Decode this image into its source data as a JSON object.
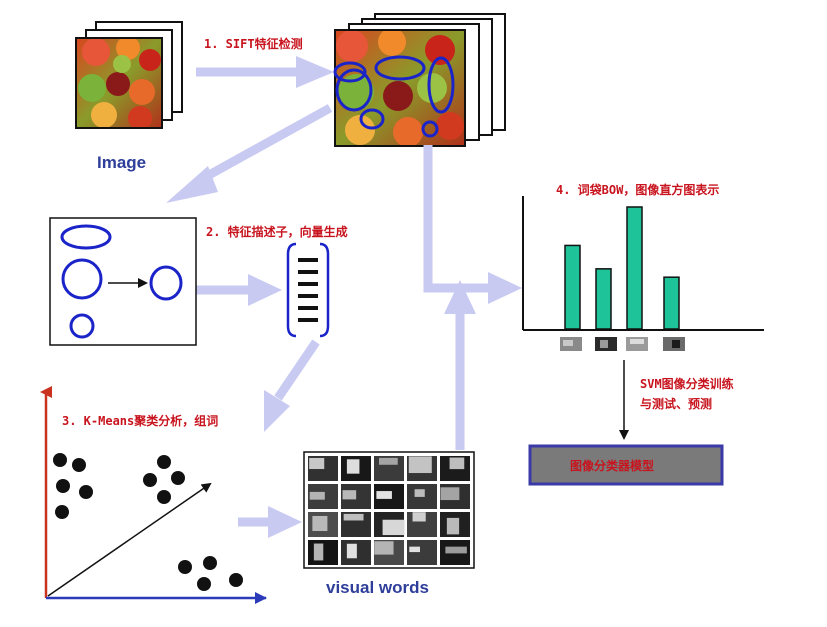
{
  "labels": {
    "step1": "1. SIFT特征检测",
    "image": "Image",
    "step2": "2. 特征描述子，向量生成",
    "step3": "3. K-Means聚类分析，组词",
    "visual_words": "visual words",
    "step4": "4. 词袋BOW，图像直方图表示",
    "svm_line1": "SVM图像分类训练",
    "svm_line2": "与测试、预测",
    "classifier": "图像分类器模型"
  },
  "histogram": {
    "type": "bar",
    "values": [
      5,
      3.6,
      7.3,
      3.1
    ],
    "bar_color": "#1fc39a"
  },
  "colors": {
    "arrow": "#c8caf2",
    "ellipse": "#1a24c8",
    "step_label": "#c8141e",
    "blue_label": "#2e3e9a",
    "classifier_fill": "#7a7a7a",
    "classifier_border": "#3a3aa8",
    "axis_red": "#c8321e",
    "axis_blue": "#2a3ab8"
  }
}
